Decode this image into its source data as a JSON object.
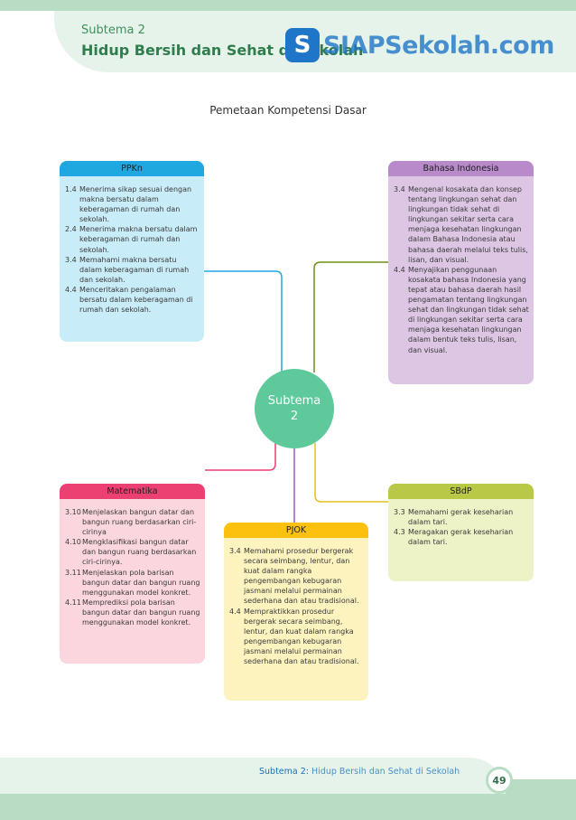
{
  "header": {
    "kicker": "Subtema 2",
    "title": "Hidup Bersih dan Sehat di Sekolah"
  },
  "watermark": {
    "logo_letter": "S",
    "text": "SIAPSekolah.com",
    "color": "#1f76c8"
  },
  "section_title": "Pemetaan Kompetensi Dasar",
  "hub": {
    "line1": "Subtema",
    "line2": "2"
  },
  "boxes": {
    "ppkn": {
      "title": "PPKn",
      "items": [
        {
          "code": "1.4",
          "text": "Menerima sikap sesuai dengan makna bersatu dalam keberagaman di rumah dan sekolah."
        },
        {
          "code": "2.4",
          "text": "Menerima makna bersatu dalam keberagaman di rumah dan sekolah."
        },
        {
          "code": "3.4",
          "text": "Memahami makna bersatu dalam keberagaman di rumah dan sekolah."
        },
        {
          "code": "4.4",
          "text": "Menceritakan pengalaman bersatu dalam keberagaman di rumah dan sekolah."
        }
      ]
    },
    "bindo": {
      "title": "Bahasa Indonesia",
      "items": [
        {
          "code": "3.4",
          "text": "Mengenal kosakata dan konsep tentang lingkungan sehat dan lingkungan tidak sehat di lingkungan sekitar serta cara menjaga kesehatan lingkungan dalam Bahasa Indonesia atau bahasa daerah melalui teks tulis, lisan, dan visual."
        },
        {
          "code": "4.4",
          "text": "Menyajikan penggunaan kosakata bahasa Indonesia yang tepat atau bahasa daerah hasil pengamatan tentang lingkungan sehat dan lingkungan tidak sehat di lingkungan sekitar serta cara menjaga kesehatan lingkungan dalam bentuk teks tulis, lisan, dan visual."
        }
      ]
    },
    "mtk": {
      "title": "Matematika",
      "items": [
        {
          "code": "3.10",
          "text": "Menjelaskan bangun datar dan bangun ruang berdasarkan ciri-cirinya"
        },
        {
          "code": "4.10",
          "text": "Mengklasifikasi bangun datar dan bangun ruang berdasarkan ciri-cirinya."
        },
        {
          "code": "3.11",
          "text": "Menjelaskan pola barisan bangun datar dan bangun ruang menggunakan model konkret."
        },
        {
          "code": "4.11",
          "text": "Memprediksi pola barisan bangun datar dan bangun ruang menggunakan model konkret."
        }
      ]
    },
    "pjok": {
      "title": "PJOK",
      "items": [
        {
          "code": "3.4",
          "text": "Memahami prosedur bergerak secara seimbang, lentur, dan kuat dalam rangka pengembangan kebugaran jasmani melalui permainan sederhana dan atau tradisional."
        },
        {
          "code": "4.4",
          "text": "Mempraktikkan prosedur bergerak secara seimbang, lentur, dan kuat dalam rangka pengembangan kebugaran jasmani melalui permainan sederhana dan atau tradisional."
        }
      ]
    },
    "sbdp": {
      "title": "SBdP",
      "items": [
        {
          "code": "3.3",
          "text": "Memahami gerak keseharian dalam tari."
        },
        {
          "code": "4.3",
          "text": "Meragakan gerak keseharian dalam tari."
        }
      ]
    }
  },
  "footer": {
    "label": "Subtema 2:",
    "title": "Hidup Bersih dan Sehat di Sekolah",
    "page": "49"
  },
  "colors": {
    "ppkn": "#1fa8e0",
    "bindo": "#b88ac9",
    "mtk": "#ec3f72",
    "pjok": "#fbc10e",
    "sbdp": "#b9c847",
    "hub": "#5ec99a"
  }
}
